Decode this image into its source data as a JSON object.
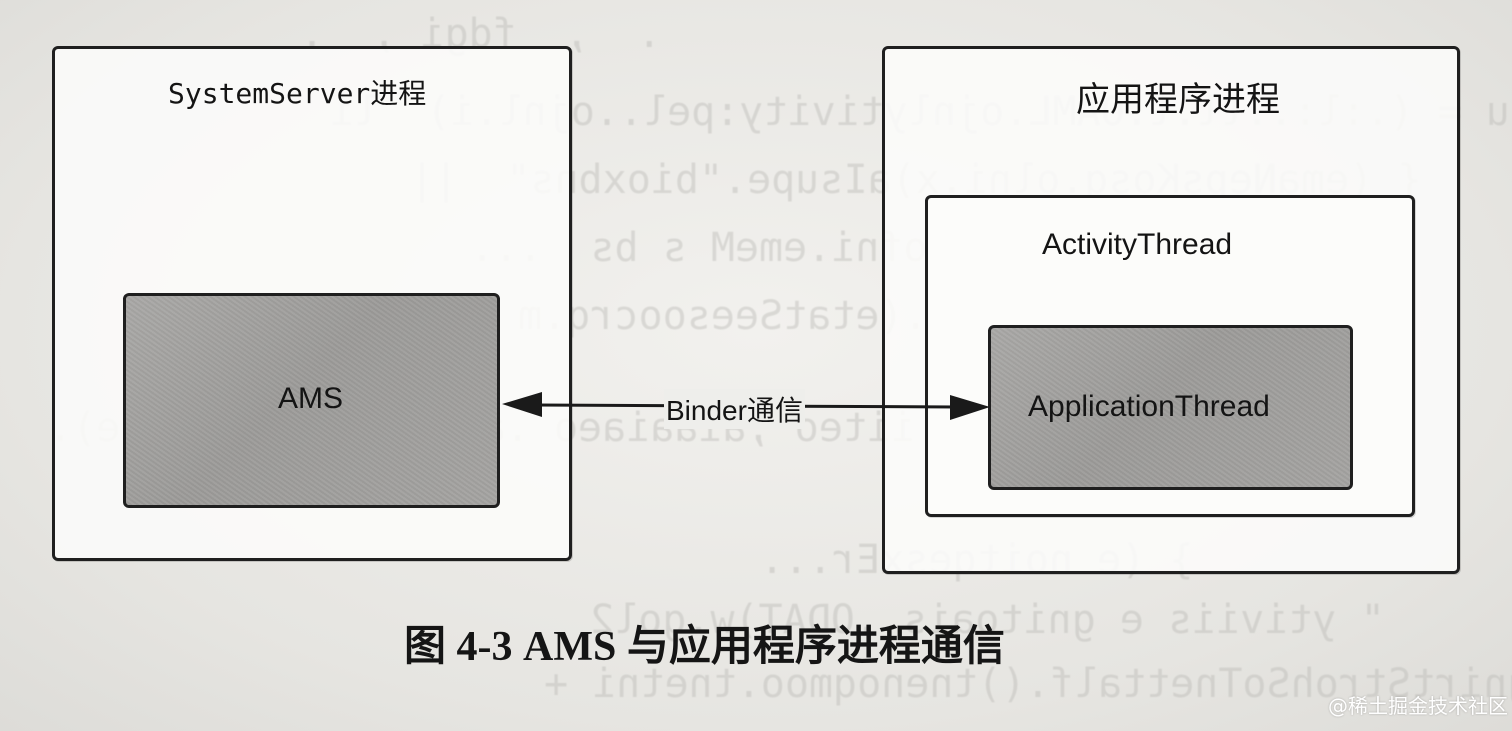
{
  "diagram": {
    "system_server": {
      "title": "SystemServer进程",
      "ams": "AMS"
    },
    "app_process": {
      "title": "应用程序进程",
      "activity_thread": "ActivityThread",
      "application_thread": "ApplicationThread"
    },
    "connection": {
      "label": "Binder通信",
      "direction": "bidirectional"
    }
  },
  "caption": "图 4-3   AMS 与应用程序进程通信",
  "watermark": "@稀土掘金技术社区",
  "colors": {
    "border": "#1f1f1f",
    "box_fill": "#fcfcfa",
    "grey_fill": "#a3a2a0",
    "page_bg": "#e9e8e4"
  }
}
